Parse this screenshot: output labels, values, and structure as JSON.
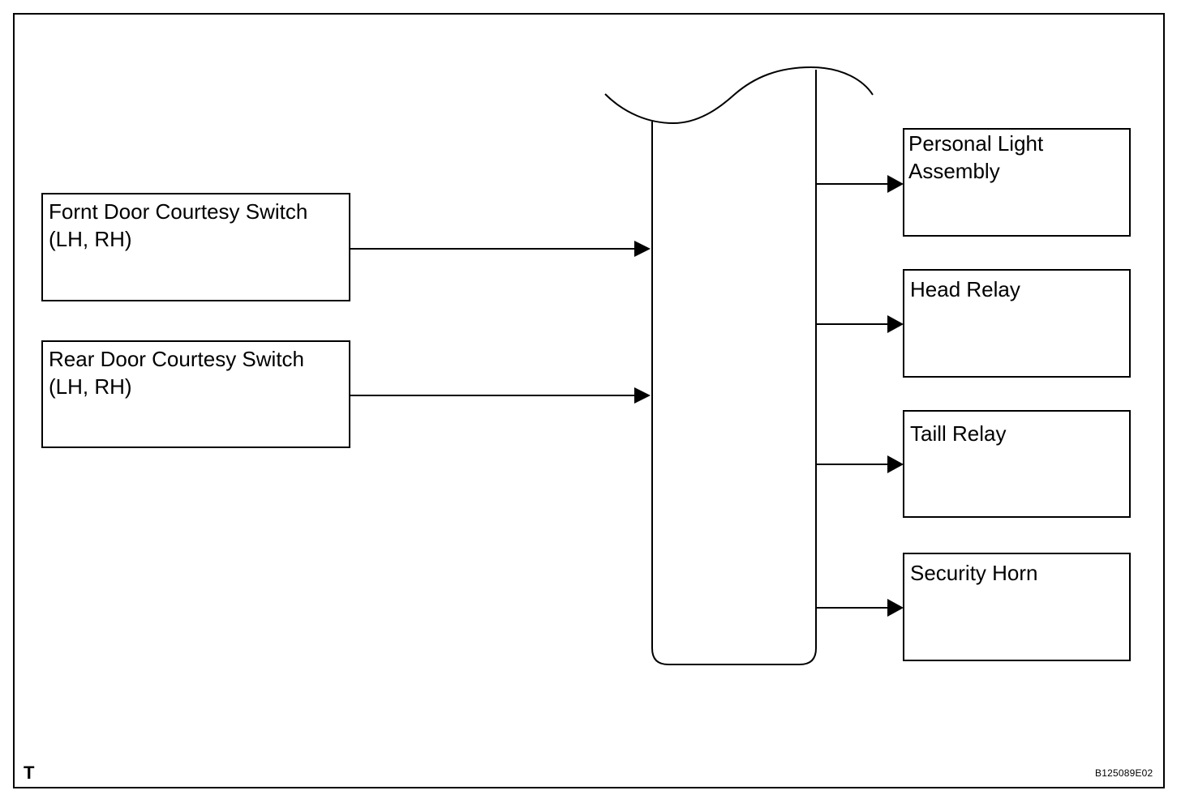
{
  "inputs": [
    {
      "label": "Fornt Door Courtesy Switch\n(LH, RH)"
    },
    {
      "label": "Rear Door Courtesy Switch\n(LH, RH)"
    }
  ],
  "outputs": [
    {
      "label": "Personal Light\nAssembly"
    },
    {
      "label": "Head Relay"
    },
    {
      "label": "Taill Relay"
    },
    {
      "label": "Security Horn"
    }
  ],
  "corner_mark": "T",
  "figure_code": "B125089E02"
}
